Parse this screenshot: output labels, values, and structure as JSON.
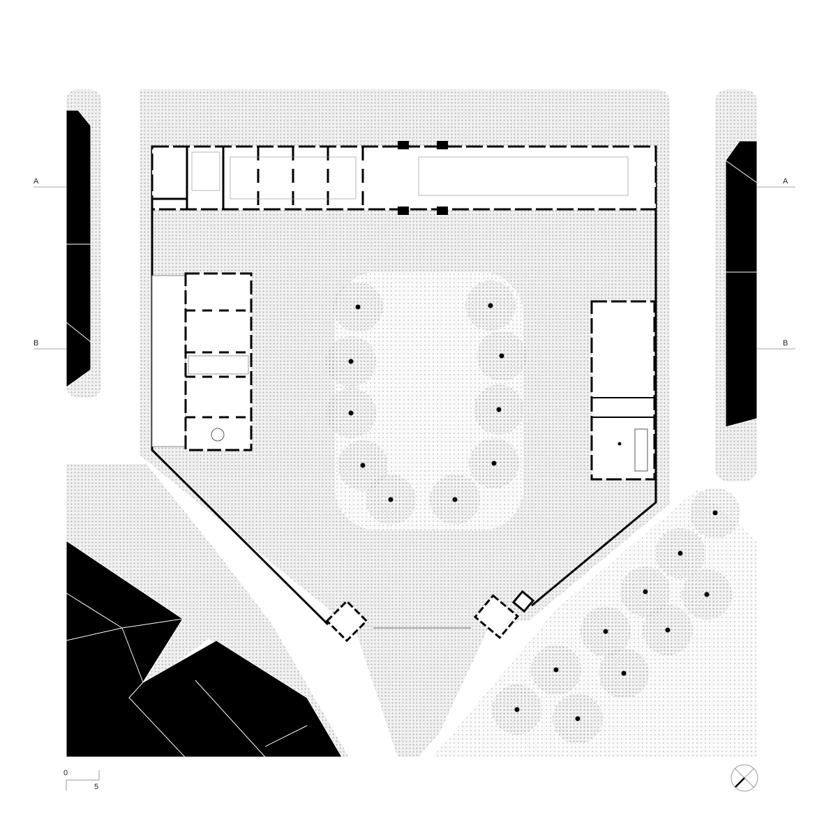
{
  "sections": {
    "a_left": "A",
    "a_right": "A",
    "b_left": "B",
    "b_right": "B"
  },
  "scale_bar": {
    "start": "0",
    "end": "5"
  },
  "north_arrow": {
    "icon": "north-arrow-icon"
  },
  "colors": {
    "building": "#000000",
    "paving": "#c8c8c8",
    "line": "#000000"
  }
}
